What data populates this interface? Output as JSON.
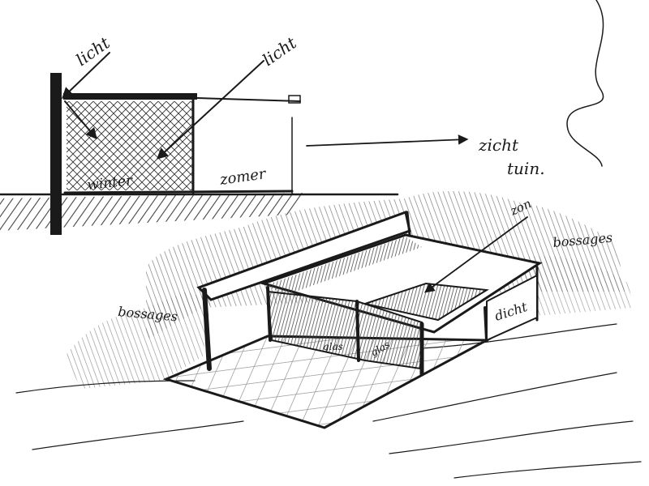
{
  "sketch": {
    "ink_color": "#1a1a1a",
    "paper_color": "#ffffff",
    "labels": {
      "light_left": "licht",
      "light_right": "licht",
      "winter": "winter",
      "summer": "zomer",
      "view": "zicht",
      "garden": "tuin.",
      "sun": "zon",
      "shrubs_right": "bossages",
      "shrubs_left": "bossages",
      "closed": "dicht",
      "glass_1": "glas",
      "glass_2": "glas"
    }
  }
}
